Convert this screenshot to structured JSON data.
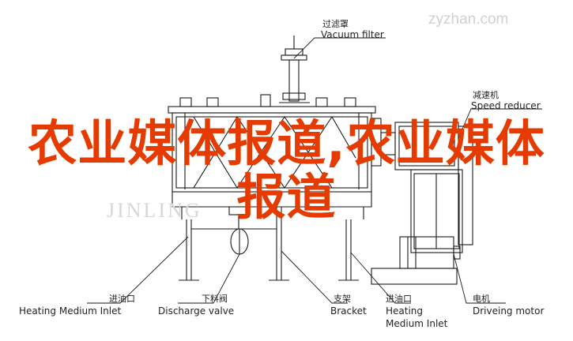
{
  "watermark": "zyzhan.com",
  "ghost_watermark": "JINLING",
  "overlay_title": "农业媒体报道,农业媒体报道",
  "labels": {
    "vacuum_filter": {
      "zh": "过滤罩",
      "en": "Vacuum filter"
    },
    "speed_reducer": {
      "zh": "减速机",
      "en": "Speed reducer"
    },
    "heating_inlet": {
      "zh": "进油口",
      "en": "Heating Medium Inlet"
    },
    "discharge_valve": {
      "zh": "下料阀",
      "en": "Discharge valve"
    },
    "bracket": {
      "zh": "支架",
      "en": "Bracket"
    },
    "heating_outlet": {
      "zh": "进油口",
      "en": "Heating Medium Inlet"
    },
    "driving_motor": {
      "zh": "电机",
      "en": "Driveing motor"
    }
  },
  "colors": {
    "line": "#1a1a1a",
    "title": "#e53a00",
    "watermark": "#d0d0d0"
  }
}
